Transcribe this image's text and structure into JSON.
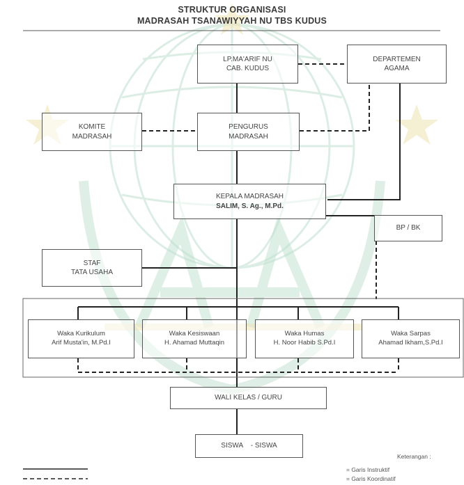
{
  "header": {
    "title": "STRUKTUR ORGANISASI",
    "subtitle": "MADRASAH TSANAWIYYAH NU TBS KUDUS"
  },
  "boxes": {
    "lp_maarif": {
      "line1": "LP.MA'ARIF NU",
      "line2": "CAB. KUDUS"
    },
    "departemen": {
      "line1": "DEPARTEMEN",
      "line2": "AGAMA"
    },
    "komite": {
      "line1": "KOMITE",
      "line2": "MADRASAH"
    },
    "pengurus": {
      "line1": "PENGURUS",
      "line2": "MADRASAH"
    },
    "kepala": {
      "line1": "KEPALA MADRASAH",
      "line2": "SALIM, S. Ag., M.Pd."
    },
    "bpbk": {
      "line1": "BP / BK"
    },
    "staf": {
      "line1": "STAF",
      "line2": "TATA USAHA"
    },
    "waka_kurikulum": {
      "line1": "Waka Kurikulum",
      "line2": "Arif Musta'in, M.Pd.I"
    },
    "waka_kesiswaan": {
      "line1": "Waka Kesiswaan",
      "line2": "H. Ahamad Muttaqin"
    },
    "waka_humas": {
      "line1": "Waka Humas",
      "line2": "H. Noor Habib S.Pd.I"
    },
    "waka_sarpras": {
      "line1": "Waka Sarpas",
      "line2": "Ahamad Ikham,S.Pd.I"
    },
    "wali_kelas": {
      "line1": "WALI KELAS / GURU"
    },
    "siswa": {
      "line1": "SISWA    - SISWA"
    }
  },
  "legend": {
    "title": "Keterangan :",
    "solid": "= Garis Instruktif",
    "dashed": "= Garis Koordinatif"
  },
  "colors": {
    "watermark_green": "#bfe0cf",
    "watermark_gold": "#efe4b8",
    "line": "#222222"
  }
}
